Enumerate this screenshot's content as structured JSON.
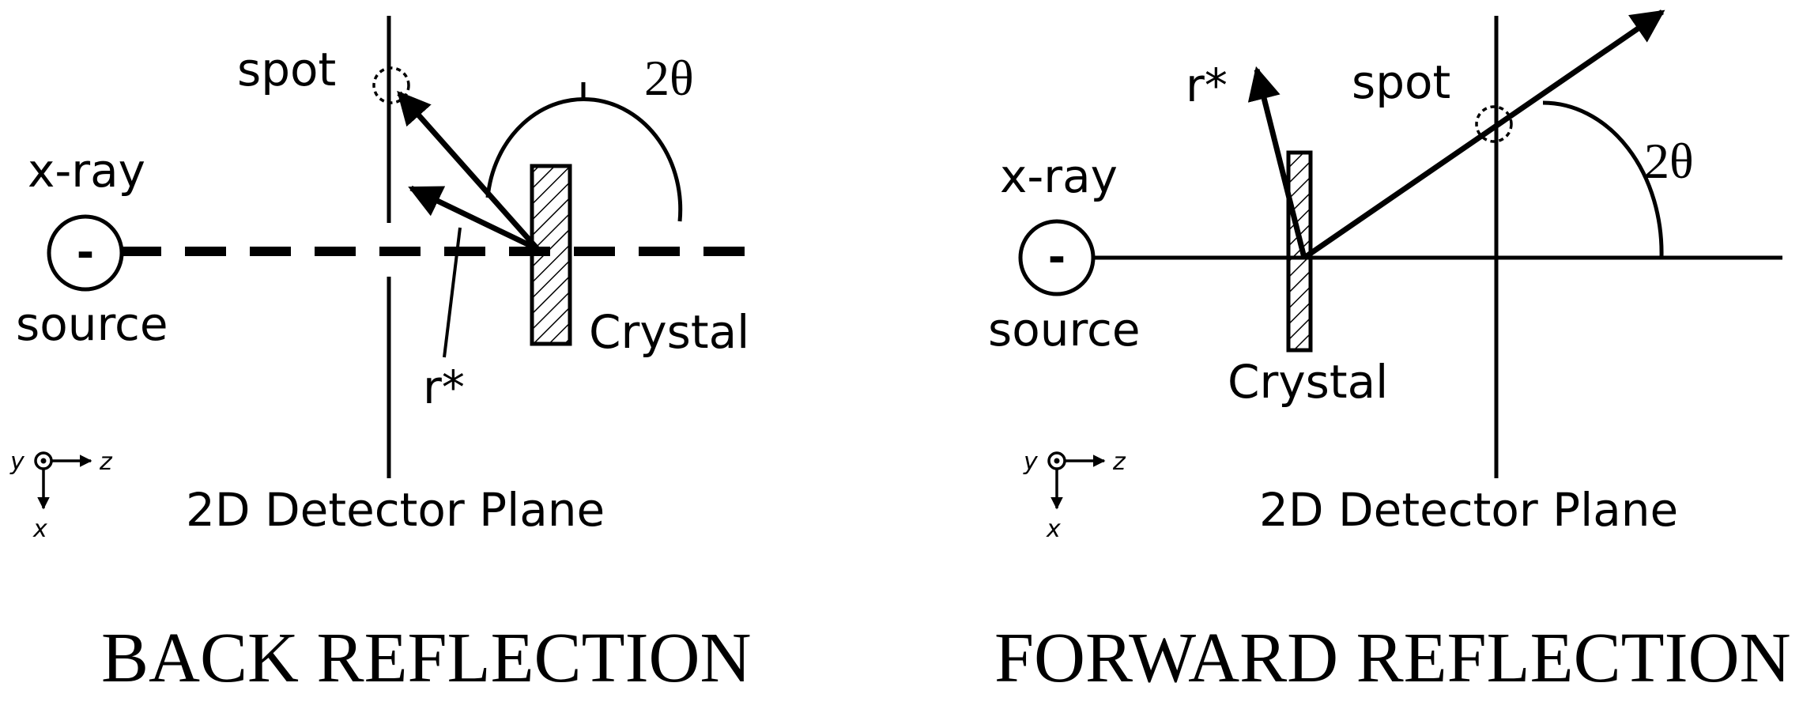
{
  "back_reflection": {
    "title": "BACK REFLECTION",
    "source_top": "x-ray",
    "source_bottom": "source",
    "source_symbol": "-",
    "spot": "spot",
    "angle": "2θ",
    "r_star": "r*",
    "crystal": "Crystal",
    "detector": "2D Detector Plane",
    "axes": {
      "y": "y",
      "z": "z",
      "x": "x"
    }
  },
  "forward_reflection": {
    "title": "FORWARD REFLECTION",
    "source_top": "x-ray",
    "source_bottom": "source",
    "source_symbol": "-",
    "spot": "spot",
    "angle": "2θ",
    "r_star": "r*",
    "crystal": "Crystal",
    "detector": "2D Detector Plane",
    "axes": {
      "y": "y",
      "z": "z",
      "x": "x"
    }
  }
}
